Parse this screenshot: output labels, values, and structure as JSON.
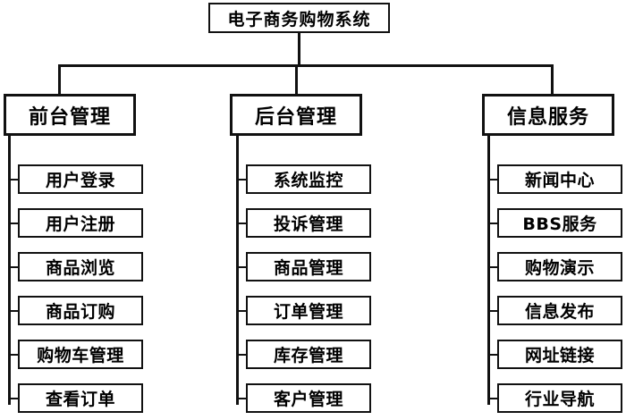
{
  "diagram": {
    "type": "organization-chart",
    "title": "电子商务购物系统",
    "root": {
      "label": "电子商务购物系统"
    },
    "branches": [
      {
        "key": "front-office",
        "label": "前台管理",
        "leaves": [
          {
            "label": "用户登录"
          },
          {
            "label": "用户注册"
          },
          {
            "label": "商品浏览"
          },
          {
            "label": "商品订购"
          },
          {
            "label": "购物车管理"
          },
          {
            "label": "查看订单"
          }
        ]
      },
      {
        "key": "back-office",
        "label": "后台管理",
        "leaves": [
          {
            "label": "系统监控"
          },
          {
            "label": "投诉管理"
          },
          {
            "label": "商品管理"
          },
          {
            "label": "订单管理"
          },
          {
            "label": "库存管理"
          },
          {
            "label": "客户管理"
          }
        ]
      },
      {
        "key": "info-service",
        "label": "信息服务",
        "leaves": [
          {
            "label": "新闻中心"
          },
          {
            "label": "BBS服务"
          },
          {
            "label": "购物演示"
          },
          {
            "label": "信息发布"
          },
          {
            "label": "网址链接"
          },
          {
            "label": "行业导航"
          }
        ]
      }
    ],
    "colors": {
      "line": "#111111",
      "box_fill": "#ffffff",
      "box_border": "#111111",
      "text": "#000000",
      "background": "#ffffff"
    }
  }
}
